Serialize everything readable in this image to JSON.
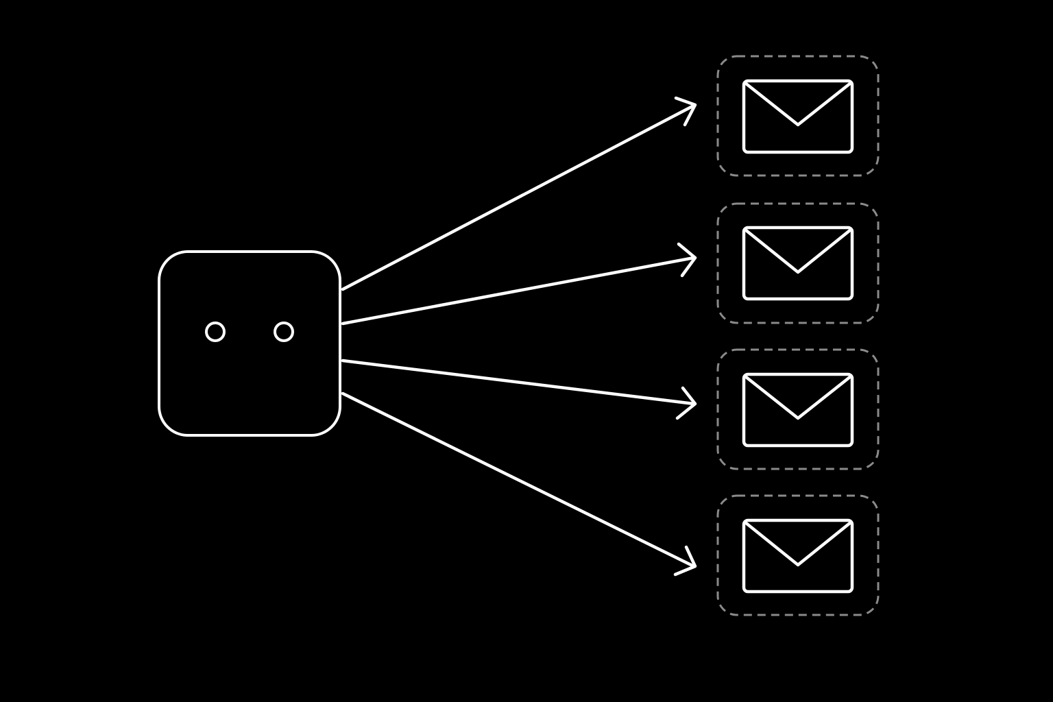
{
  "diagram": {
    "background_color": "#000000",
    "stroke_color": "#ffffff",
    "dashed_border_color": "#8a8a8a",
    "source": {
      "icon": "bot-face-icon",
      "features": [
        "left-eye",
        "right-eye"
      ]
    },
    "connections": [
      {
        "from": "source",
        "to": "email-1"
      },
      {
        "from": "source",
        "to": "email-2"
      },
      {
        "from": "source",
        "to": "email-3"
      },
      {
        "from": "source",
        "to": "email-4"
      }
    ],
    "targets": [
      {
        "id": "email-1",
        "icon": "envelope-icon"
      },
      {
        "id": "email-2",
        "icon": "envelope-icon"
      },
      {
        "id": "email-3",
        "icon": "envelope-icon"
      },
      {
        "id": "email-4",
        "icon": "envelope-icon"
      }
    ]
  }
}
